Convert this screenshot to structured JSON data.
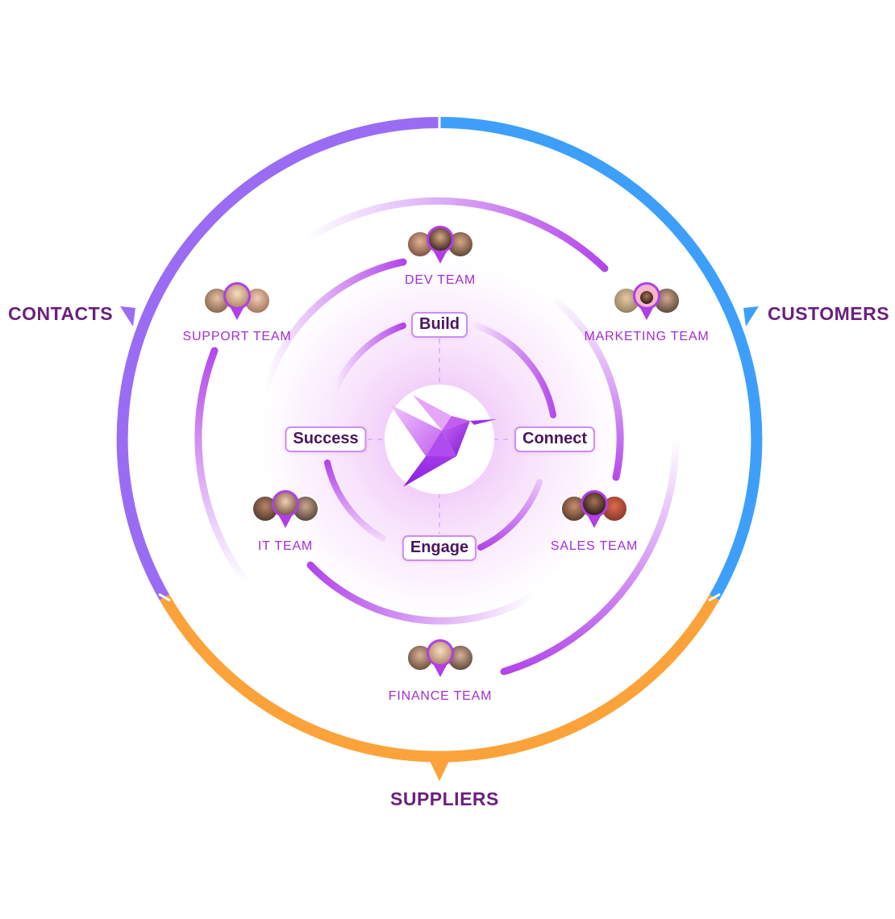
{
  "segments": [
    {
      "id": "contacts",
      "label": "CONTACTS",
      "color": "#9a6cf4"
    },
    {
      "id": "customers",
      "label": "CUSTOMERS",
      "color": "#3d9ffa"
    },
    {
      "id": "suppliers",
      "label": "SUPPLIERS",
      "color": "#fba33a"
    }
  ],
  "stages": {
    "build": "Build",
    "connect": "Connect",
    "engage": "Engage",
    "success": "Success"
  },
  "teams": [
    {
      "id": "dev",
      "label": "DEV TEAM"
    },
    {
      "id": "support",
      "label": "SUPPORT TEAM"
    },
    {
      "id": "marketing",
      "label": "MARKETING TEAM"
    },
    {
      "id": "it",
      "label": "IT TEAM"
    },
    {
      "id": "sales",
      "label": "SALES TEAM"
    },
    {
      "id": "finance",
      "label": "FINANCE TEAM"
    }
  ],
  "colors": {
    "accent": "#a12ed6",
    "dark_text": "#6b1f7e",
    "arc": "#b246ea",
    "pin": "#b13ee6"
  },
  "icons": {
    "center_logo": "hummingbird-logo-icon",
    "team_marker": "map-pin-icon"
  }
}
